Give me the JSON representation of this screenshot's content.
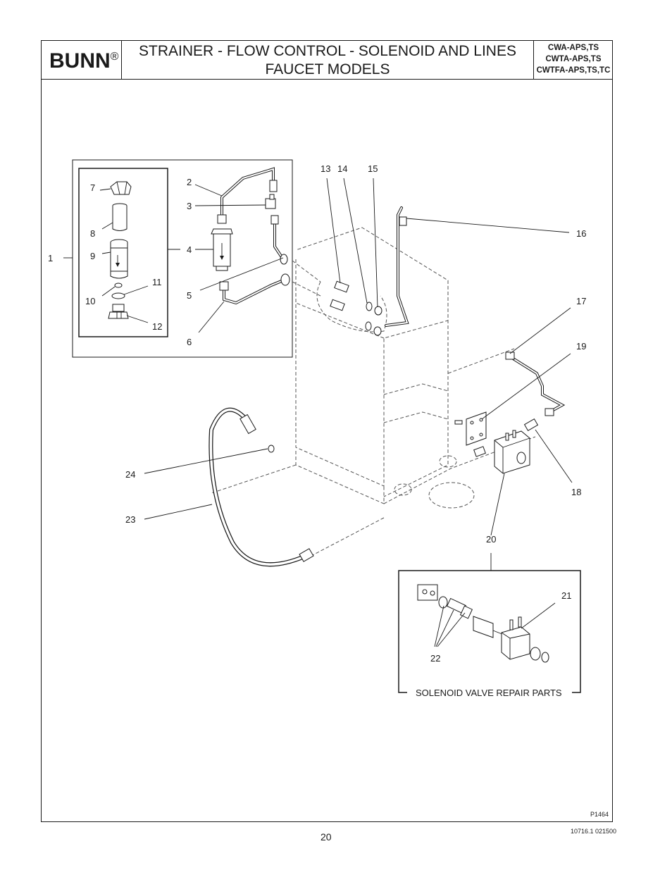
{
  "header": {
    "brand": "BUNN",
    "brand_mark": "®",
    "title_line1": "STRAINER - FLOW CONTROL - SOLENOID AND LINES",
    "title_line2": "FAUCET MODELS",
    "models": [
      "CWA-APS,TS",
      "CWTA-APS,TS",
      "CWTFA-APS,TS,TC"
    ]
  },
  "callouts": [
    "1",
    "2",
    "3",
    "4",
    "5",
    "6",
    "7",
    "8",
    "9",
    "10",
    "11",
    "12",
    "13",
    "14",
    "15",
    "16",
    "17",
    "18",
    "19",
    "20",
    "21",
    "22",
    "23",
    "24"
  ],
  "inset_caption": "SOLENOID VALVE REPAIR PARTS",
  "footer": {
    "picture_code": "P1464",
    "page_number": "20",
    "doc_number": "10716.1 021500"
  }
}
